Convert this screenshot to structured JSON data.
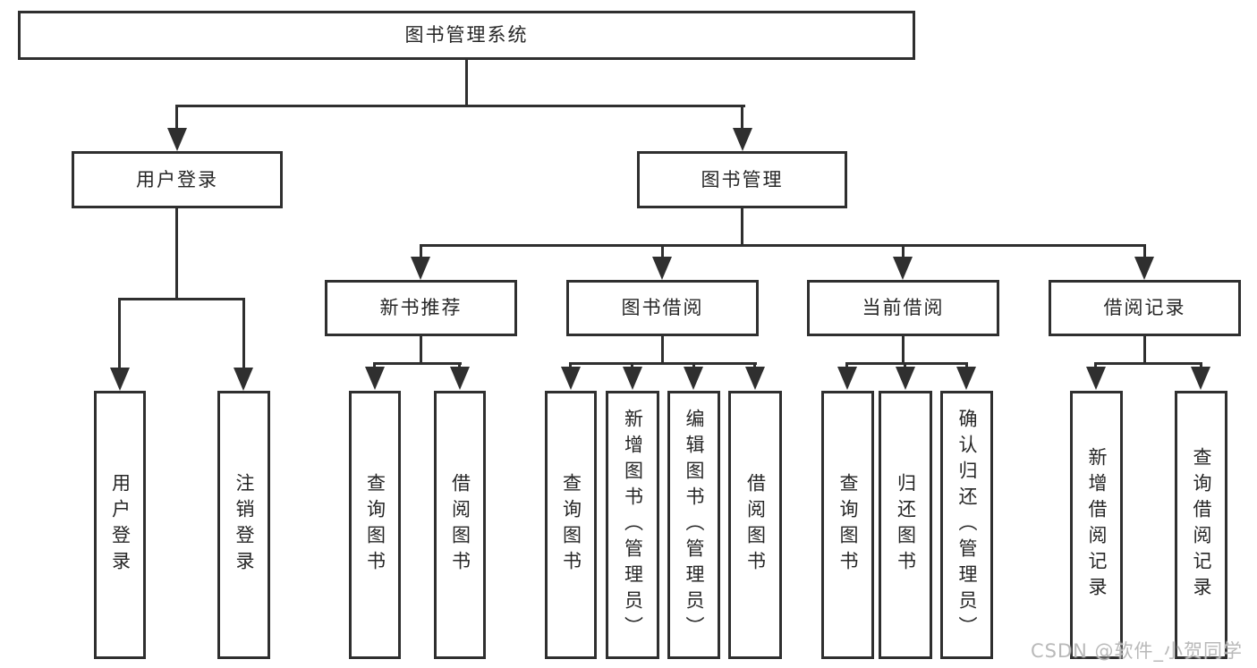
{
  "nodes": {
    "root": "图书管理系统",
    "level2": [
      "用户登录",
      "图书管理"
    ],
    "level3": [
      "新书推荐",
      "图书借阅",
      "当前借阅",
      "借阅记录"
    ],
    "leaves": [
      "用户登录",
      "注销登录",
      "查询图书",
      "借阅图书",
      "查询图书",
      "新增图书（管理员）",
      "编辑图书（管理员）",
      "借阅图书",
      "查询图书",
      "归还图书",
      "确认归还（管理员）",
      "新增借阅记录",
      "查询借阅记录"
    ]
  },
  "watermark": "CSDN @软件_小贺同学",
  "colors": {
    "stroke": "#2f2f2f",
    "text": "#262626",
    "watermark": "#b9b9b9",
    "background": "#ffffff"
  }
}
